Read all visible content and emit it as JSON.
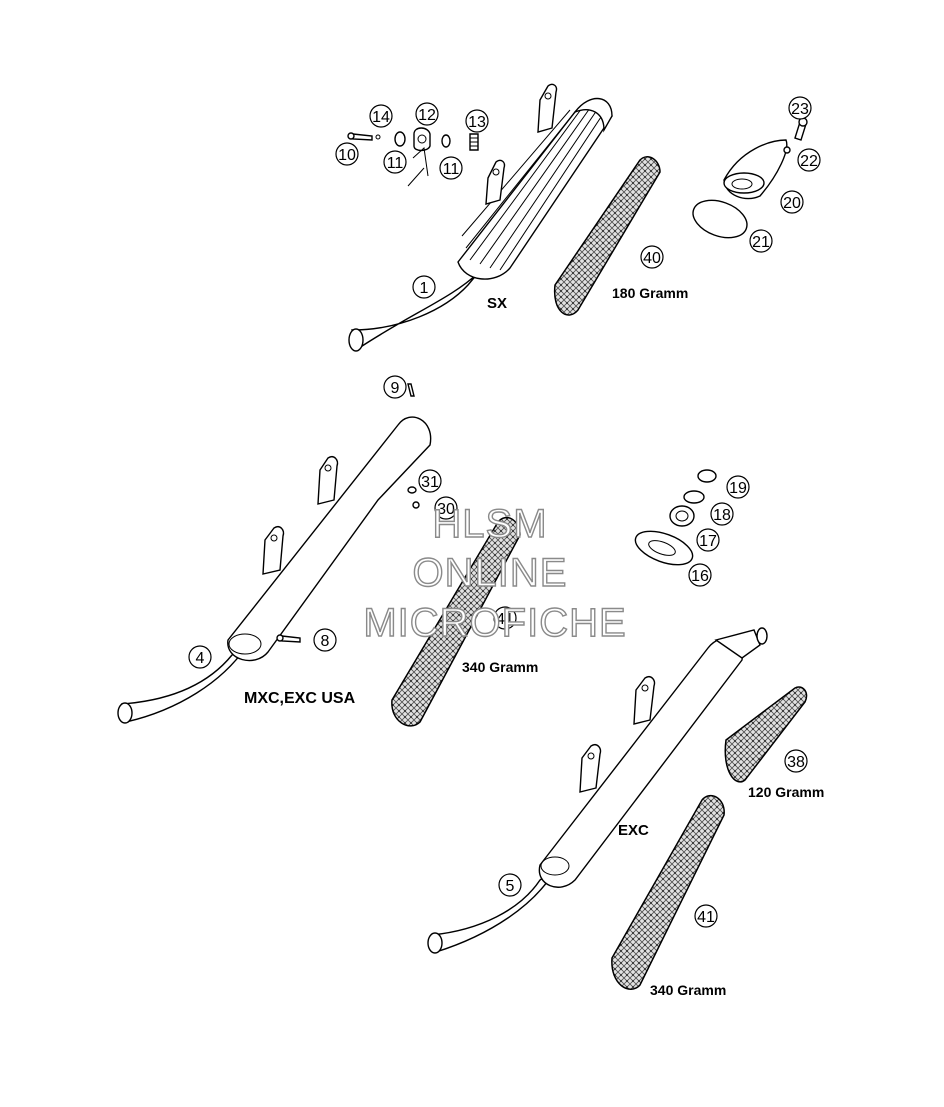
{
  "callouts": [
    {
      "n": "1"
    },
    {
      "n": "4"
    },
    {
      "n": "5"
    },
    {
      "n": "8"
    },
    {
      "n": "9"
    },
    {
      "n": "10"
    },
    {
      "n": "11"
    },
    {
      "n": "11"
    },
    {
      "n": "12"
    },
    {
      "n": "13"
    },
    {
      "n": "14"
    },
    {
      "n": "16"
    },
    {
      "n": "17"
    },
    {
      "n": "18"
    },
    {
      "n": "19"
    },
    {
      "n": "20"
    },
    {
      "n": "21"
    },
    {
      "n": "22"
    },
    {
      "n": "23"
    },
    {
      "n": "30"
    },
    {
      "n": "31"
    },
    {
      "n": "38"
    },
    {
      "n": "40"
    },
    {
      "n": "41"
    },
    {
      "n": "41"
    }
  ],
  "variants": {
    "sx": "SX",
    "mxc_exc_usa": "MXC,EXC USA",
    "exc": "EXC"
  },
  "weights": {
    "w40": "180 Gramm",
    "w41_upper": "340 Gramm",
    "w38": "120 Gramm",
    "w41_lower": "340 Gramm"
  },
  "watermark": {
    "line1": "HLSM",
    "line2": "ONLINE",
    "line3": "MICROFICHE"
  }
}
